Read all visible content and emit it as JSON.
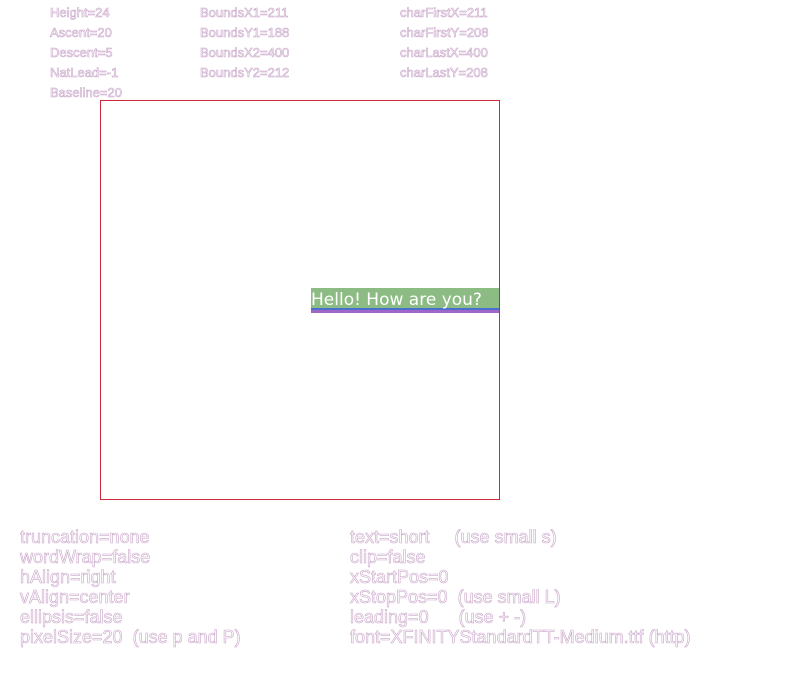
{
  "metrics": {
    "height": "Height=24",
    "ascent": "Ascent=20",
    "descent": "Descent=5",
    "nat_lead": "NatLead=-1",
    "baseline": "Baseline=20",
    "bounds_x1": "BoundsX1=211",
    "bounds_y1": "BoundsY1=188",
    "bounds_x2": "BoundsX2=400",
    "bounds_y2": "BoundsY2=212",
    "char_first_x": "charFirstX=211",
    "char_first_y": "charFirstY=208",
    "char_last_x": "charLastX=400",
    "char_last_y": "charLastY=208"
  },
  "sample_text": "Hello!  How are you?",
  "options_left": [
    "truncation=none",
    "wordWrap=false",
    "hAlign=right",
    "vAlign=center",
    "ellipsis=false",
    "pixelSize=20  (use p and P)"
  ],
  "options_right": [
    "text=short     (use small s)",
    "clip=false",
    "xStartPos=0",
    "xStopPos=0  (use small L)",
    "leading=0      (use + -)",
    "font=XFINITYStandardTT-Medium.ttf (http)"
  ],
  "colors": {
    "frame": "#cc2a3c",
    "text_bounds": "#8dbb84",
    "baseline": "#4a6fd0",
    "descent": "#a066c8",
    "label_outline": "#c9a6c9"
  }
}
